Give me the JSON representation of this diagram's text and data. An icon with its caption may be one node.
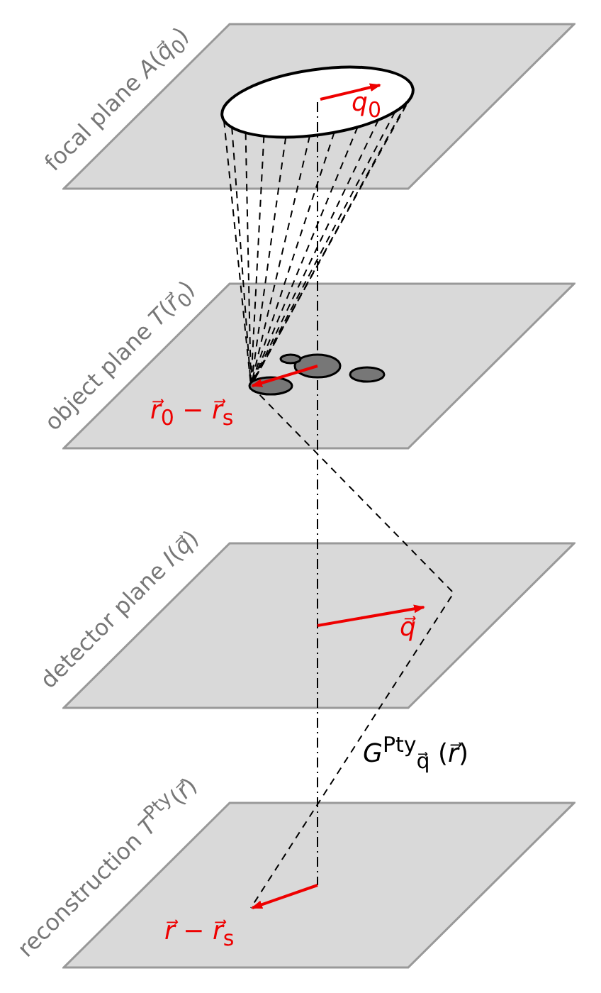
{
  "diagram": {
    "nodes": [
      {
        "text": [
          "focal plane *A*(*q⃗*$_{0}$)"
        ]
      },
      {
        "text": [
          "object plane *T*(*r⃗*$_{0}$)"
        ]
      },
      {
        "text": [
          "detector plane *I*(*q⃗*)"
        ]
      },
      {
        "text": [
          "reconstruction *T*$^{Pty}$(*r⃗*)"
        ]
      }
    ],
    "labels": [
      "*q*$_{0}$",
      "*r⃗*$_{0}$ − *r⃗*$_{s}$",
      "*q⃗*",
      "*G*$^{Pty}$$_{q⃗}$ (*r⃗*)",
      "*r⃗* − *r⃗*$_{s}$"
    ]
  }
}
